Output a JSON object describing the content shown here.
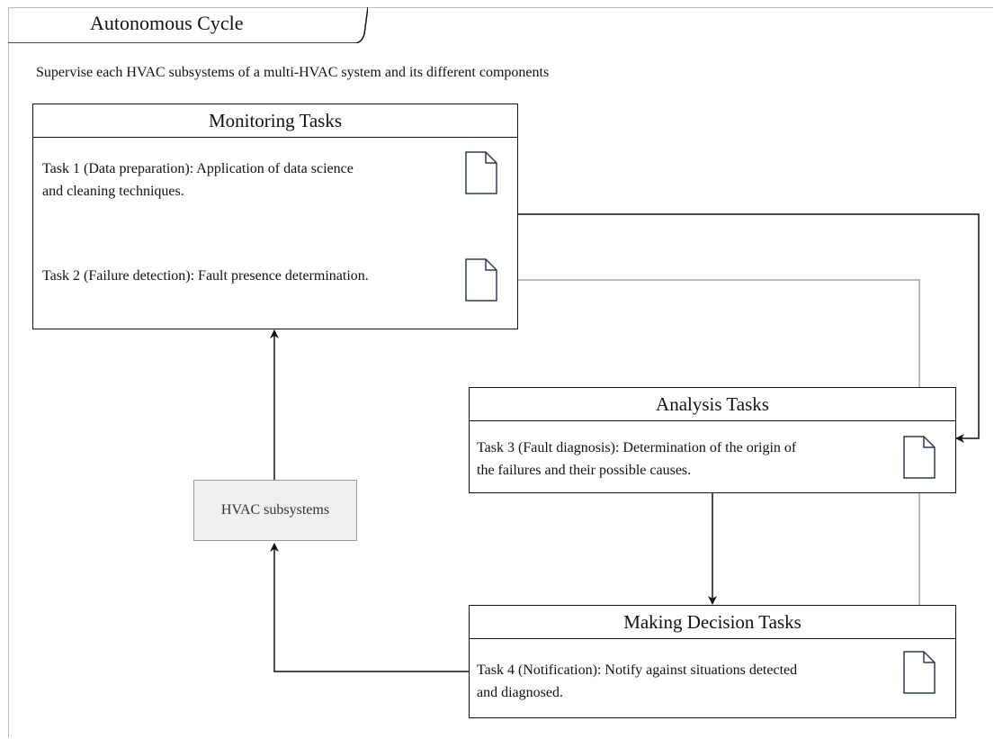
{
  "title": "Autonomous Cycle",
  "subtitle": "Supervise each HVAC subsystems of a multi-HVAC system and its different components",
  "monitoring": {
    "header": "Monitoring Tasks",
    "task1_line1": "Task 1 (Data preparation): Application of data science",
    "task1_line2": "and cleaning techniques.",
    "task2": "Task 2 (Failure detection): Fault presence determination."
  },
  "analysis": {
    "header": "Analysis Tasks",
    "task3_line1": "Task 3 (Fault diagnosis): Determination of the origin of",
    "task3_line2": "the failures and their possible causes."
  },
  "decision": {
    "header": "Making Decision Tasks",
    "task4_line1": "Task 4 (Notification): Notify against situations detected",
    "task4_line2": "and diagnosed."
  },
  "hvac_label": "HVAC subsystems"
}
